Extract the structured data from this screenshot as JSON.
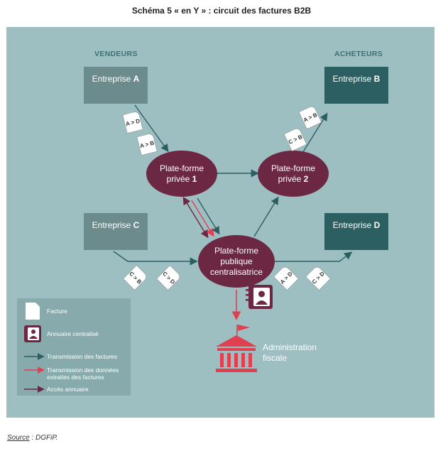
{
  "title": "Schéma 5 «  en Y  » : circuit des factures B2B",
  "columns": {
    "sellers": "VENDEURS",
    "buyers": "ACHETEURS"
  },
  "companies": {
    "a": {
      "prefix": "Entreprise ",
      "letter": "A"
    },
    "b": {
      "prefix": "Entreprise ",
      "letter": "B"
    },
    "c": {
      "prefix": "Entreprise ",
      "letter": "C"
    },
    "d": {
      "prefix": "Entreprise ",
      "letter": "D"
    }
  },
  "platforms": {
    "p1": {
      "line1": "Plate-forme",
      "line2": "privée ",
      "num": "1"
    },
    "p2": {
      "line1": "Plate-forme",
      "line2": "privée ",
      "num": "2"
    },
    "public": {
      "line1": "Plate-forme",
      "line2": "publique",
      "line3": "centralisatrice"
    }
  },
  "invoices": {
    "ad1": "A > D",
    "ab1": "A > B",
    "ab2": "A > B",
    "cb1": "C > B",
    "cb2": "C > B",
    "cd1": "C > D",
    "ad2": "A > D",
    "cd2": "C > D"
  },
  "admin": {
    "line1": "Administration",
    "line2": "fiscale"
  },
  "legend": {
    "invoice": "Facture",
    "directory": "Annuaire centralisé",
    "transmission": "Transmission des factures",
    "data_line1": "Transmission des données",
    "data_line2": "extraites des factures",
    "access": "Accès annuaire"
  },
  "source": {
    "label": "Source",
    "text": " : DGFiP."
  },
  "colors": {
    "panel": "#9dbfc1",
    "node": "#6c2742",
    "teal_arrow": "#2c5f62",
    "red_arrow": "#e0404f",
    "dark_box": "#2c5f62",
    "light_box": "#6b8b8d"
  }
}
